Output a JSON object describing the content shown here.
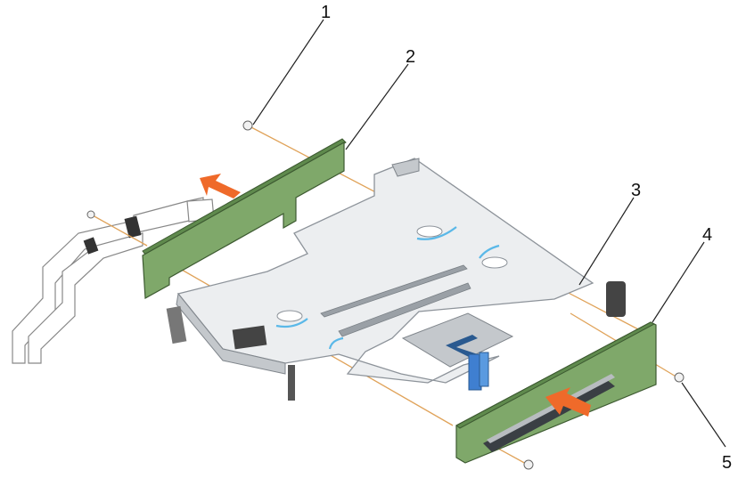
{
  "callouts": [
    {
      "id": "1",
      "label": "1"
    },
    {
      "id": "2",
      "label": "2"
    },
    {
      "id": "3",
      "label": "3"
    },
    {
      "id": "4",
      "label": "4"
    },
    {
      "id": "5",
      "label": "5"
    }
  ],
  "colors": {
    "board_green": "#7fa86a",
    "arrow_orange": "#ef6a2a",
    "cage_gray": "#eceef0",
    "accent_blue": "#5ab8e8",
    "screw_guide": "#e0a35a"
  }
}
